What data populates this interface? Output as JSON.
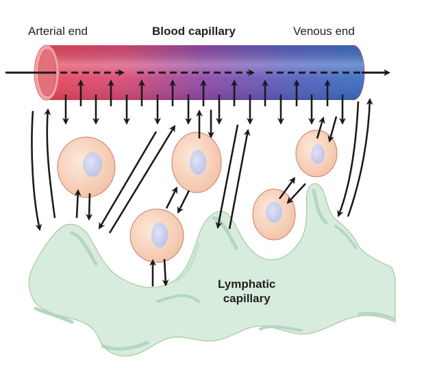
{
  "title": "Blood capillary",
  "labels": {
    "arterial_end": "Arterial end",
    "blood_capillary": "Blood capillary",
    "venous_end": "Venous end",
    "lymphatic_line1": "Lymphatic",
    "lymphatic_line2": "capillary"
  },
  "colors": {
    "arterial": "#e8475a",
    "mid": "#8e4aa8",
    "venous": "#3a6fc2",
    "cell_fill": "#f6cdb3",
    "cell_outline": "#c97b6b",
    "nucleus": "#c3c9ea",
    "lymph_fill": "#d7ecdd",
    "lymph_shade": "#b3d6c2",
    "lymph_outline": "#a8c99a",
    "arrow": "#1a1a1a"
  },
  "elements": {
    "blood_capillary": "Blood capillary tube with flow from arterial end to venous end",
    "tissue_cells": 5,
    "fluid_exchange": "Filtration out of capillary into interstitial fluid; reabsorption back into capillary; excess fluid drains into lymphatic capillary"
  }
}
